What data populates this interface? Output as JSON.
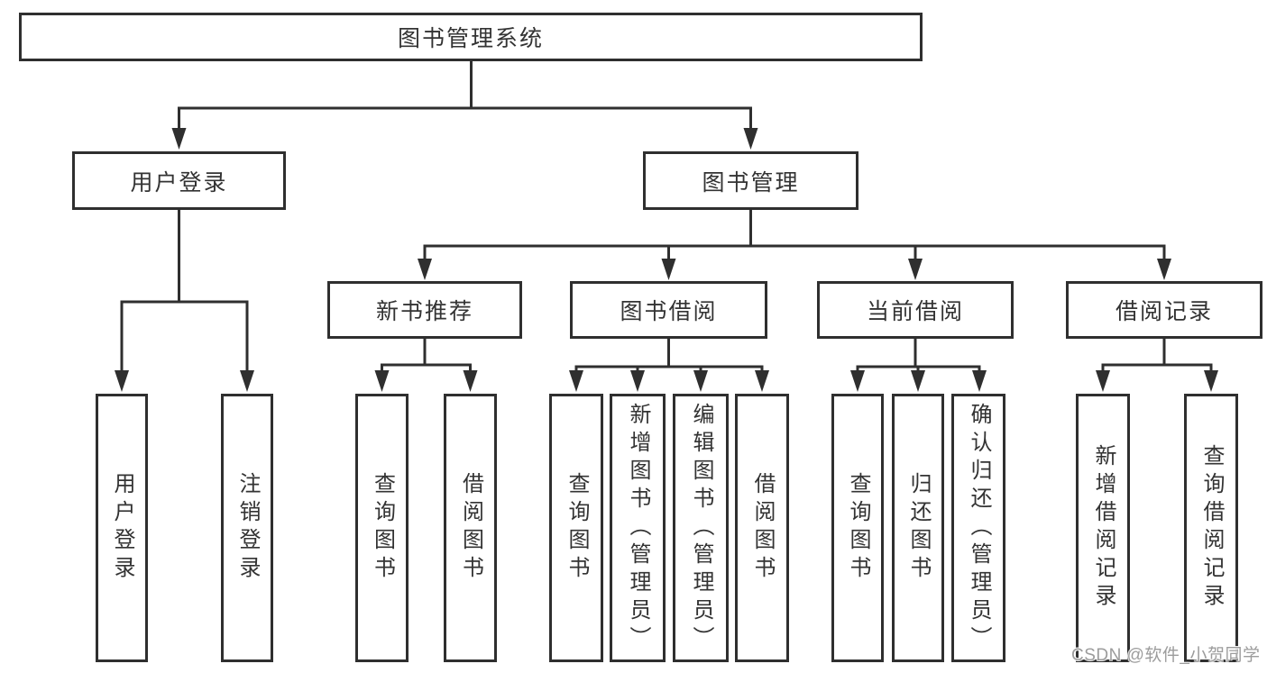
{
  "diagram": {
    "root": {
      "label": "图书管理系统"
    },
    "level2": [
      {
        "id": "user-login",
        "label": "用户登录"
      },
      {
        "id": "book-management",
        "label": "图书管理"
      }
    ],
    "level3": [
      {
        "id": "new-book-recommend",
        "label": "新书推荐",
        "parent": "book-management"
      },
      {
        "id": "book-borrow",
        "label": "图书借阅",
        "parent": "book-management"
      },
      {
        "id": "current-borrow",
        "label": "当前借阅",
        "parent": "book-management"
      },
      {
        "id": "borrow-record",
        "label": "借阅记录",
        "parent": "book-management"
      }
    ],
    "leaves": [
      {
        "parent": "user-login",
        "label": "用户登录"
      },
      {
        "parent": "user-login",
        "label": "注销登录"
      },
      {
        "parent": "new-book-recommend",
        "label": "查询图书"
      },
      {
        "parent": "new-book-recommend",
        "label": "借阅图书"
      },
      {
        "parent": "book-borrow",
        "label": "查询图书"
      },
      {
        "parent": "book-borrow",
        "label": "新增图书（管理员）"
      },
      {
        "parent": "book-borrow",
        "label": "编辑图书（管理员）"
      },
      {
        "parent": "book-borrow",
        "label": "借阅图书"
      },
      {
        "parent": "current-borrow",
        "label": "查询图书"
      },
      {
        "parent": "current-borrow",
        "label": "归还图书"
      },
      {
        "parent": "current-borrow",
        "label": "确认归还（管理员）"
      },
      {
        "parent": "borrow-record",
        "label": "新增借阅记录"
      },
      {
        "parent": "borrow-record",
        "label": "查询借阅记录"
      }
    ],
    "watermark": "CSDN @软件_小贺同学",
    "colors": {
      "line": "#2f2f2f",
      "text": "#333333",
      "background": "#ffffff",
      "watermark": "#9c9c9c"
    }
  }
}
